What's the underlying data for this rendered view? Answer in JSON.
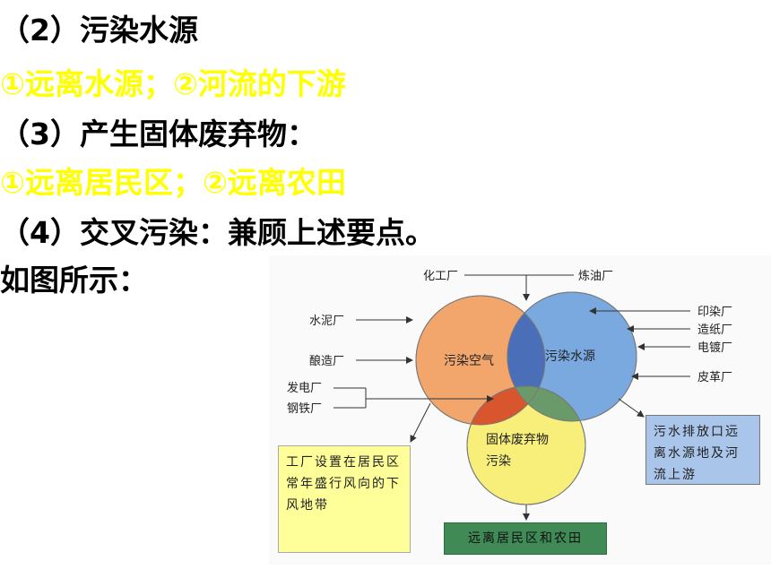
{
  "lines": [
    {
      "text": "（2）污染水源"
    },
    {
      "text": "①远离水源；②河流的下游"
    },
    {
      "text": "（3）产生固体废弃物："
    },
    {
      "text": " ①远离居民区；②远离农田"
    },
    {
      "text": "（4）交叉污染：兼顾上述要点。"
    },
    {
      "text": "如图所示："
    }
  ],
  "diagram": {
    "circles": {
      "air": {
        "label": "污染空气",
        "color": "#f2a66c"
      },
      "water": {
        "label": "污染水源",
        "color": "#7aa9e0"
      },
      "solid": {
        "label_line1": "固体废弃物",
        "label_line2": "污染",
        "color": "#f7ef7a"
      }
    },
    "top_sources": {
      "left": "化工厂",
      "right": "炼油厂"
    },
    "air_sources": [
      "水泥厂",
      "酿造厂"
    ],
    "cross_sources": [
      "发电厂",
      "钢铁厂"
    ],
    "water_sources": [
      "印染厂",
      "造纸厂",
      "电镀厂",
      "皮革厂"
    ],
    "boxes": {
      "air": {
        "text": "工厂设置在居民区常年盛行风向的下风地带",
        "color": "#ffff99"
      },
      "water": {
        "text": "污水排放口远离水源地及河流上游",
        "color": "#a9c6ea"
      },
      "solid": {
        "text": "远离居民区和农田",
        "color": "#3f8a55"
      }
    }
  }
}
